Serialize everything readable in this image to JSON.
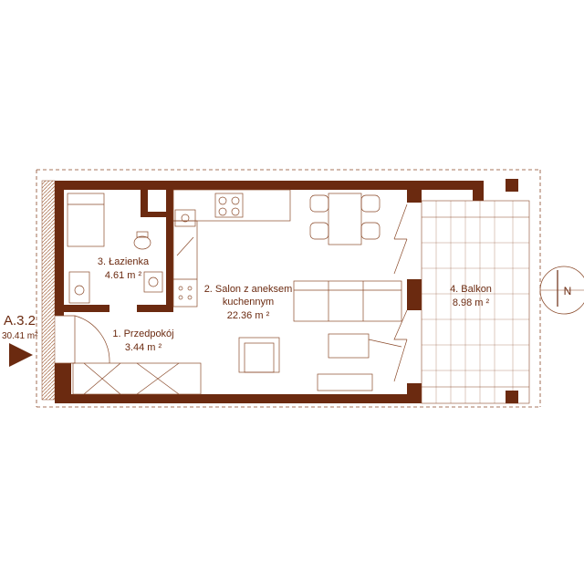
{
  "apartment": {
    "code": "A.3.2",
    "area": "30.41 m²"
  },
  "rooms": [
    {
      "name": "1. Przedpokój",
      "area": "3.44 m ²"
    },
    {
      "name_line1": "2. Salon z aneksem",
      "name_line2": "kuchennym",
      "area": "22.36 m ²"
    },
    {
      "name": "3. Łazienka",
      "area": "4.61 m ²"
    },
    {
      "name": "4. Balkon",
      "area": "8.98 m ²"
    }
  ],
  "compass": {
    "label": "N",
    "icon": "north-arrow-icon"
  },
  "colors": {
    "wall": "#6b2a10",
    "line": "#8a4a2a",
    "hatch": "#b07a5a",
    "background": "#ffffff"
  }
}
